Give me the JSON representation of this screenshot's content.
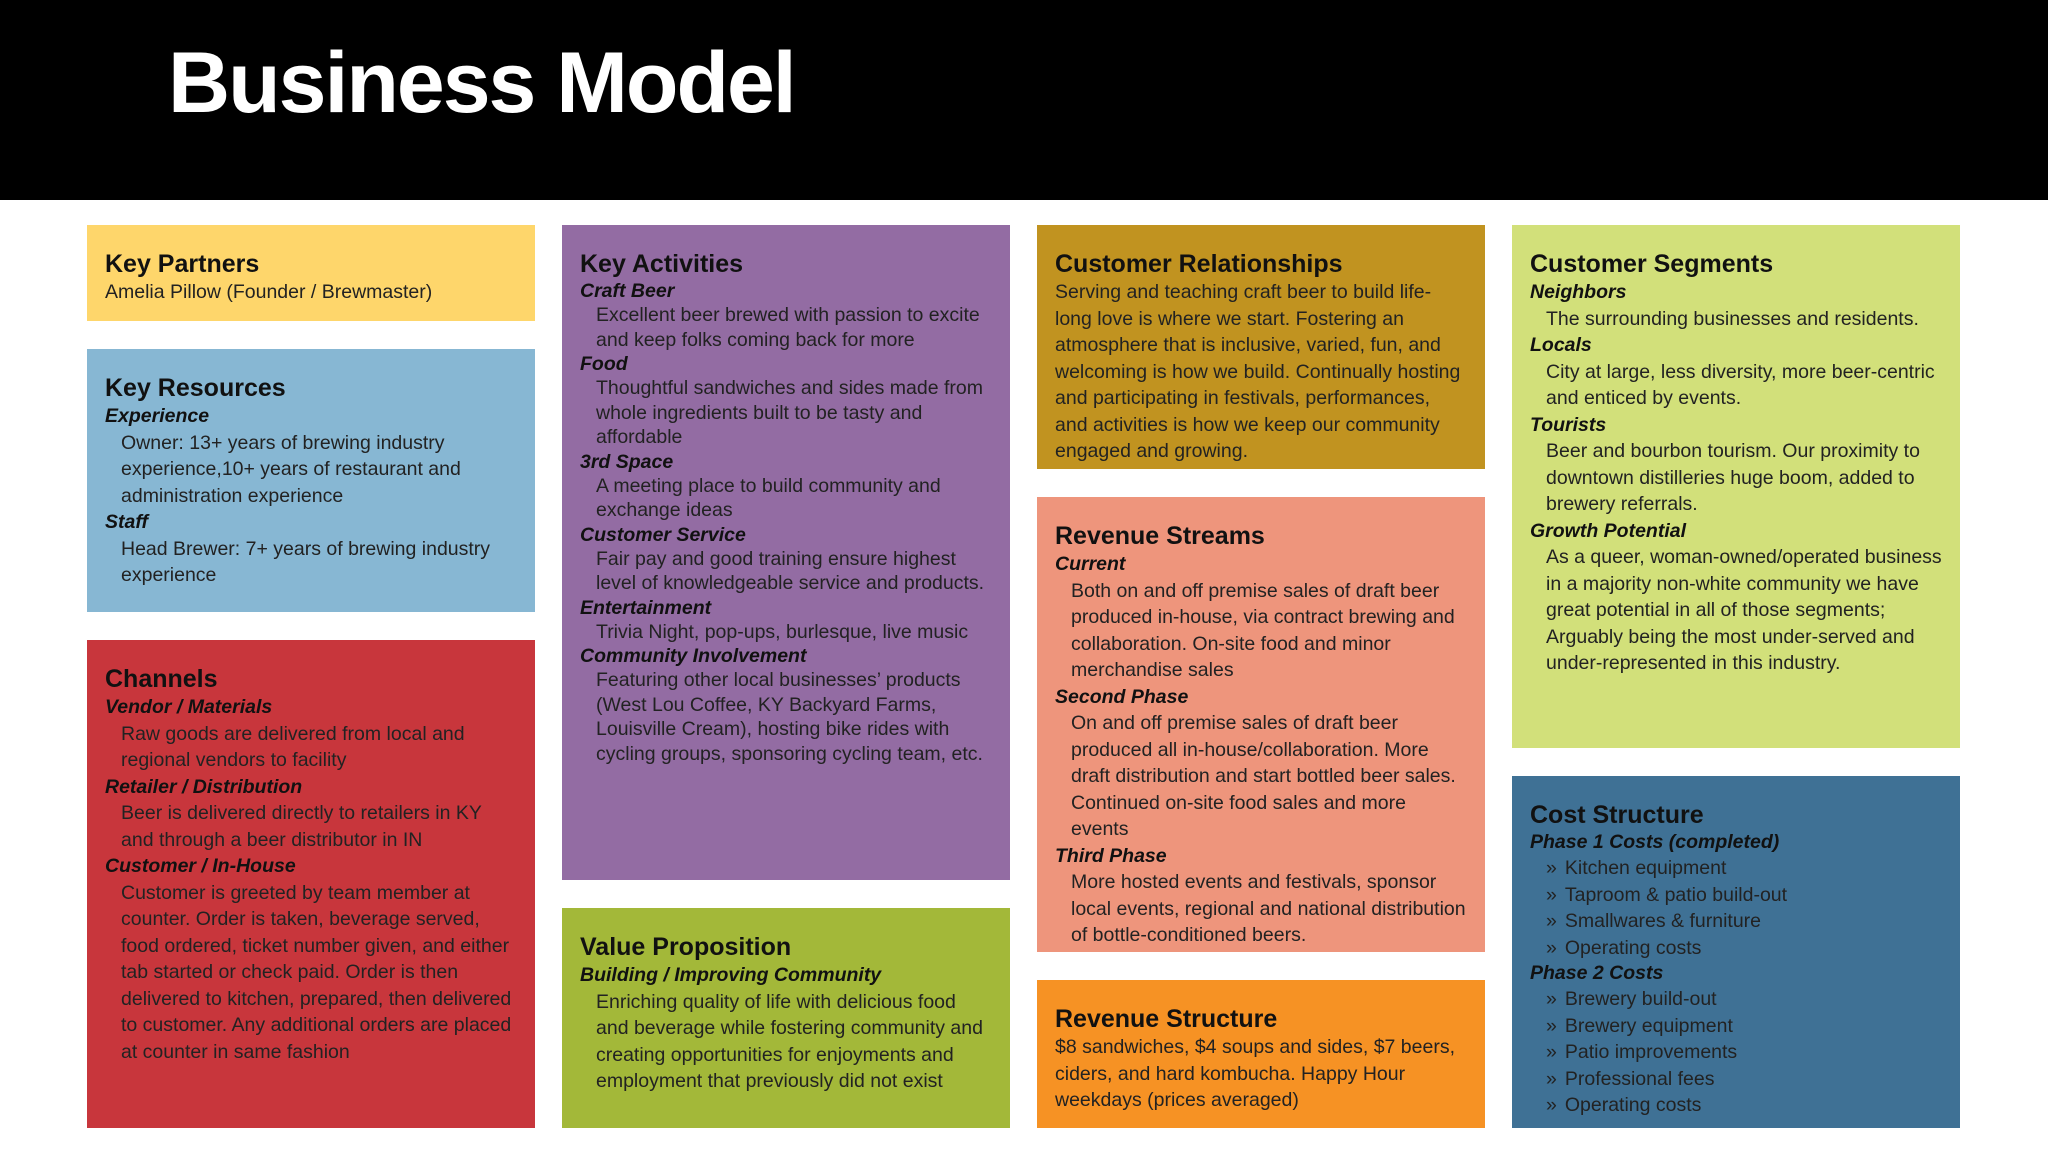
{
  "title": "Business Model",
  "colors": {
    "header": "#000000",
    "key_partners": "#FED66B",
    "key_resources": "#87B7D3",
    "channels": "#C8363C",
    "key_activities": "#936CA3",
    "value_proposition": "#A3B839",
    "customer_relationships": "#C19320",
    "revenue_streams": "#EE957C",
    "revenue_structure": "#F69224",
    "customer_segments": "#D2E07A",
    "cost_structure": "#3F7195"
  },
  "key_partners": {
    "title": "Key Partners",
    "text": "Amelia Pillow (Founder / Brewmaster)"
  },
  "key_resources": {
    "title": "Key Resources",
    "sections": [
      {
        "heading": "Experience",
        "text": "Owner: 13+ years of brewing industry experience,10+ years of restaurant and administration experience"
      },
      {
        "heading": "Staff",
        "text": "Head Brewer: 7+ years of brewing industry experience"
      }
    ]
  },
  "channels": {
    "title": "Channels",
    "sections": [
      {
        "heading": "Vendor / Materials",
        "text": "Raw goods are delivered from local and regional vendors to facility"
      },
      {
        "heading": "Retailer / Distribution",
        "text": "Beer is delivered directly to retailers in KY and through a beer distributor in IN"
      },
      {
        "heading": "Customer / In-House",
        "text": "Customer is greeted by team member at counter. Order is taken, beverage served, food ordered, ticket number given, and either tab started or check paid. Order is then delivered to kitchen, prepared, then delivered to customer. Any additional orders are placed at counter in same fashion"
      }
    ]
  },
  "key_activities": {
    "title": "Key Activities",
    "sections": [
      {
        "heading": "Craft Beer",
        "text": "Excellent beer brewed with passion to excite and keep folks coming back for more"
      },
      {
        "heading": "Food",
        "text": "Thoughtful sandwiches and sides made from whole ingredients built to be tasty and affordable"
      },
      {
        "heading": "3rd Space",
        "text": "A meeting place to build community and exchange ideas"
      },
      {
        "heading": "Customer Service",
        "text": "Fair pay and good training ensure highest level of knowledgeable service and products."
      },
      {
        "heading": "Entertainment",
        "text": "Trivia Night, pop-ups, burlesque, live music"
      },
      {
        "heading": "Community Involvement",
        "text": "Featuring other local businesses’ products (West Lou Coffee, KY Backyard Farms, Louisville Cream), hosting bike rides with cycling groups, sponsoring cycling team, etc."
      }
    ]
  },
  "value_proposition": {
    "title": "Value Proposition",
    "sections": [
      {
        "heading": "Building / Improving Community",
        "text": "Enriching quality of life with delicious food and beverage while fostering community and creating opportunities for enjoyments and employment that previously did not exist"
      }
    ]
  },
  "customer_relationships": {
    "title": "Customer Relationships",
    "text": "Serving and teaching craft beer to build life-long love is where we start. Fostering an atmosphere that is inclusive, varied, fun, and welcoming is how we build. Continually hosting and participating in festivals, performances, and activities is how we keep our community engaged and growing."
  },
  "revenue_streams": {
    "title": "Revenue Streams",
    "sections": [
      {
        "heading": "Current",
        "text": "Both on and off premise sales of draft beer produced in-house, via contract brewing and collaboration. On-site food and minor merchandise sales"
      },
      {
        "heading": "Second Phase",
        "text": "On and off premise sales of draft beer produced all in-house/collaboration. More draft distribution and start bottled beer sales. Continued on-site food sales and more events"
      },
      {
        "heading": "Third Phase",
        "text": "More hosted events and festivals, sponsor local events, regional and national distribution of bottle-conditioned beers."
      }
    ]
  },
  "revenue_structure": {
    "title": "Revenue Structure",
    "text": "$8 sandwiches, $4 soups and sides, $7 beers, ciders, and hard kombucha. Happy Hour weekdays (prices averaged)"
  },
  "customer_segments": {
    "title": "Customer Segments",
    "sections": [
      {
        "heading": "Neighbors",
        "text": "The surrounding businesses and residents."
      },
      {
        "heading": "Locals",
        "text": "City at large, less diversity, more beer-centric and enticed by events."
      },
      {
        "heading": "Tourists",
        "text": "Beer and bourbon tourism. Our proximity to downtown distilleries huge boom, added to brewery referrals."
      },
      {
        "heading": "Growth Potential",
        "text": "As a queer, woman-owned/operated business in a majority non-white community we have great potential in all of those segments; Arguably being the most under-served and under-represented in this industry."
      }
    ]
  },
  "cost_structure": {
    "title": "Cost Structure",
    "bullet_glyph": "»",
    "phases": [
      {
        "heading": "Phase 1 Costs (completed)",
        "items": [
          "Kitchen equipment",
          "Taproom & patio build-out",
          "Smallwares & furniture",
          "Operating costs"
        ]
      },
      {
        "heading": "Phase 2 Costs",
        "items": [
          "Brewery build-out",
          "Brewery equipment",
          "Patio improvements",
          "Professional fees",
          "Operating costs"
        ]
      }
    ]
  }
}
